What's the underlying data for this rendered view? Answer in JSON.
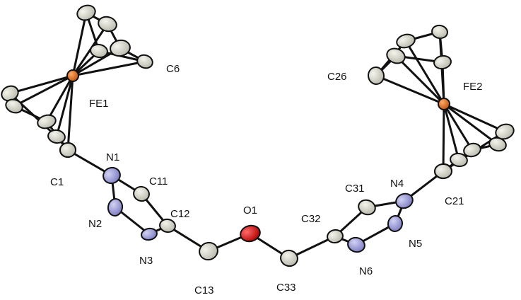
{
  "atom_colors": {
    "carbon": "#d8d8cc",
    "nitrogen": "#9a9ad8",
    "oxygen": "#dd1111",
    "iron": "#e06a18",
    "bond": "#111111"
  },
  "labels": {
    "fe1": "FE1",
    "fe2": "FE2",
    "c6": "C6",
    "c26": "C26",
    "c1": "C1",
    "n1": "N1",
    "c11": "C11",
    "n2": "N2",
    "c12": "C12",
    "n3": "N3",
    "c13": "C13",
    "o1": "O1",
    "c32": "C32",
    "c33": "C33",
    "c31": "C31",
    "n4": "N4",
    "c21": "C21",
    "n5": "N5",
    "n6": "N6"
  }
}
